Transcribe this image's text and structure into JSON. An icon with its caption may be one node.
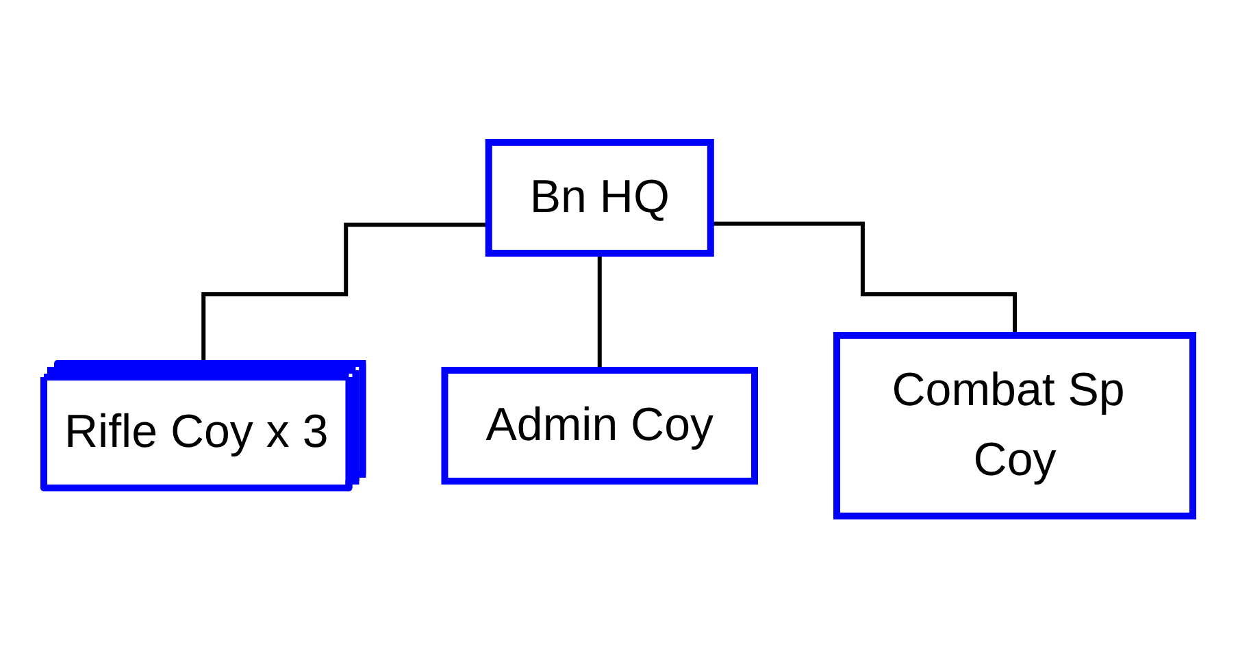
{
  "diagram": {
    "nodes": [
      {
        "text": [
          "Bn HQ"
        ]
      },
      {
        "text": [
          "Rifle Coy x 3"
        ]
      },
      {
        "text": [
          "Admin Coy"
        ]
      },
      {
        "text": [
          "Combat Sp Coy"
        ]
      }
    ],
    "edges": [
      {
        "from": 0,
        "to": 1,
        "arrow": "none"
      },
      {
        "from": 0,
        "to": 2,
        "arrow": "none"
      },
      {
        "from": 0,
        "to": 3,
        "arrow": "none"
      }
    ]
  }
}
